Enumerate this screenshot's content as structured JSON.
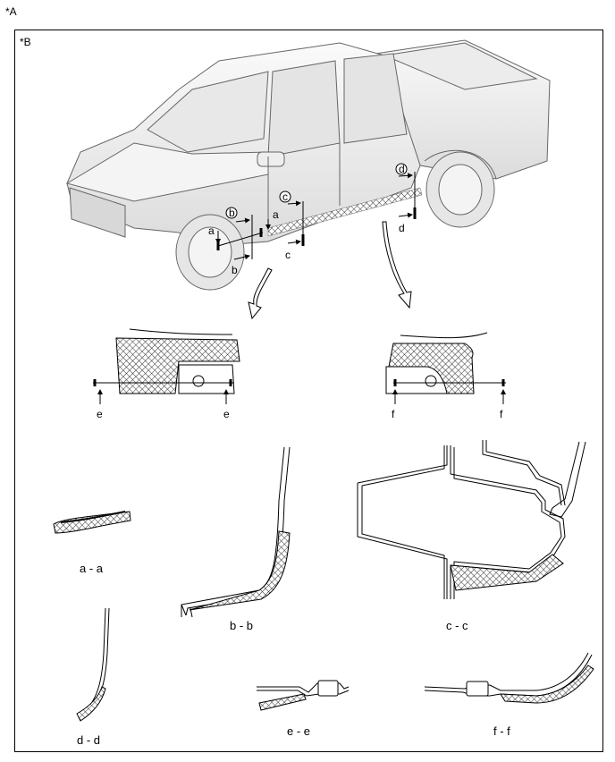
{
  "figure_tags": {
    "outer": "*A",
    "inner": "*B"
  },
  "callouts": {
    "a": "a",
    "b": "b",
    "c": "c",
    "d": "d",
    "e": "e",
    "f": "f"
  },
  "section_labels": {
    "aa": "a - a",
    "bb": "b - b",
    "cc": "c - c",
    "dd": "d - d",
    "ee": "e - e",
    "ff": "f - f"
  },
  "colors": {
    "hatch": "#555555",
    "hatch_accent": "#b07a8a",
    "body_fill": "#f2f2f2"
  },
  "hatch_pattern": "cross-hatch"
}
